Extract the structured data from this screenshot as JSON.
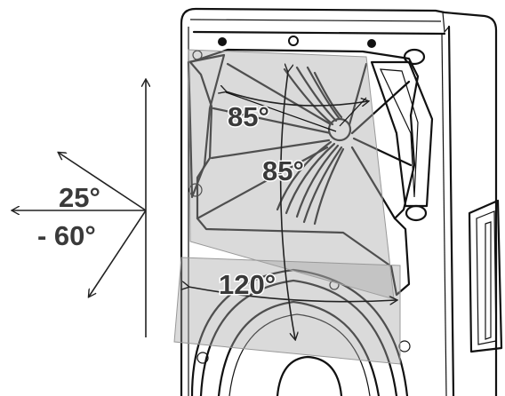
{
  "labels": {
    "tilt_up": "25°",
    "tilt_down": "- 60°",
    "horn_horizontal": "85°",
    "horn_vertical": "85°",
    "woofer_horizontal": "120°"
  },
  "colors": {
    "line": "#111111",
    "label": "#3a3a3a",
    "coverage_fill": "#a8a8a8",
    "background": "#ffffff"
  }
}
